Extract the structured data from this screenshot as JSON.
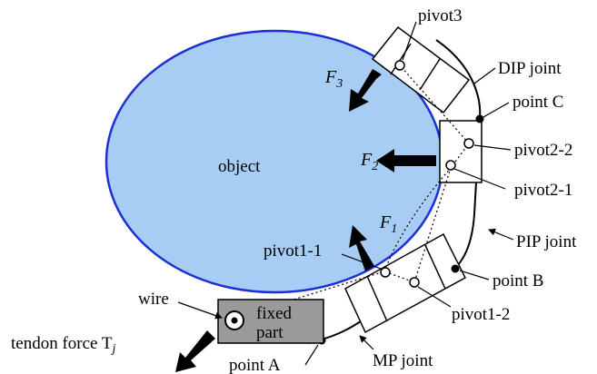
{
  "labels": {
    "object": "object",
    "fixed_part_line1": "fixed",
    "fixed_part_line2": "part",
    "wire": "wire",
    "tendon_force": "tendon force T",
    "tendon_force_sub": "j",
    "point_a": "point A",
    "point_b": "point B",
    "point_c": "point C",
    "mp_joint": "MP joint",
    "pip_joint": "PIP joint",
    "dip_joint": "DIP joint",
    "pivot3": "pivot3",
    "pivot2_2": "pivot2-2",
    "pivot2_1": "pivot2-1",
    "pivot1_1": "pivot1-1",
    "pivot1_2": "pivot1-2",
    "f1": "F",
    "f1_sub": "1",
    "f2": "F",
    "f2_sub": "2",
    "f3": "F",
    "f3_sub": "3"
  },
  "colors": {
    "object_fill": "#a8cdf5",
    "object_stroke": "#1b2fd6",
    "fixed_part_fill": "#9a9a9a",
    "line": "#000000"
  }
}
